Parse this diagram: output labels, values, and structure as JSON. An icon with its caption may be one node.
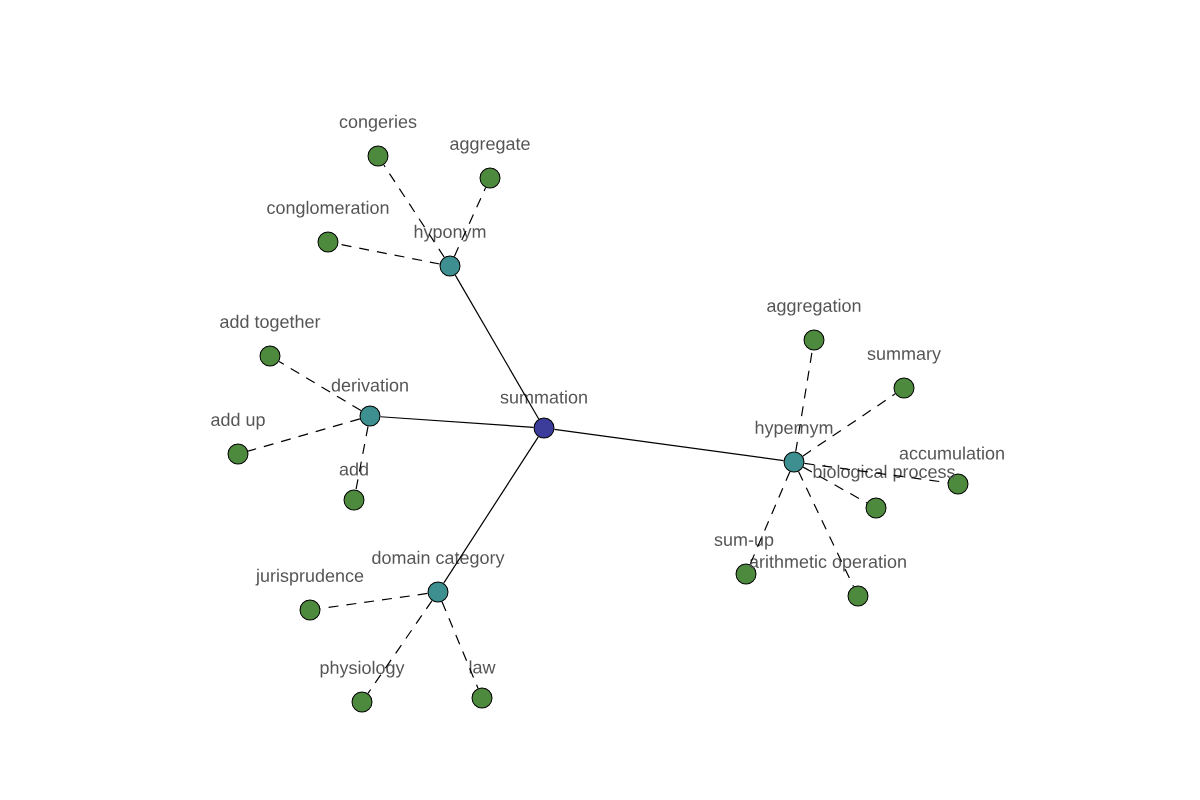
{
  "diagram": {
    "nodes": [
      {
        "text": [
          "summation"
        ]
      },
      {
        "text": [
          "hyponym"
        ]
      },
      {
        "text": [
          "congeries"
        ]
      },
      {
        "text": [
          "aggregate"
        ]
      },
      {
        "text": [
          "conglomeration"
        ]
      },
      {
        "text": [
          "derivation"
        ]
      },
      {
        "text": [
          "add together"
        ]
      },
      {
        "text": [
          "add up"
        ]
      },
      {
        "text": [
          "add"
        ]
      },
      {
        "text": [
          "hypernym"
        ]
      },
      {
        "text": [
          "aggregation"
        ]
      },
      {
        "text": [
          "summary"
        ]
      },
      {
        "text": [
          "accumulation"
        ]
      },
      {
        "text": [
          "biological process"
        ]
      },
      {
        "text": [
          "sum-up"
        ]
      },
      {
        "text": [
          "arithmetic operation"
        ]
      },
      {
        "text": [
          "domain category"
        ]
      },
      {
        "text": [
          "jurisprudence"
        ]
      },
      {
        "text": [
          "physiology"
        ]
      },
      {
        "text": [
          "law"
        ]
      }
    ],
    "edges": [
      {
        "from": 0,
        "to": 1,
        "arrow": "none"
      },
      {
        "from": 0,
        "to": 5,
        "arrow": "none"
      },
      {
        "from": 0,
        "to": 9,
        "arrow": "none"
      },
      {
        "from": 0,
        "to": 16,
        "arrow": "none"
      },
      {
        "from": 1,
        "to": 2,
        "arrow": "none",
        "style": "dashed"
      },
      {
        "from": 1,
        "to": 3,
        "arrow": "none",
        "style": "dashed"
      },
      {
        "from": 1,
        "to": 4,
        "arrow": "none",
        "style": "dashed"
      },
      {
        "from": 5,
        "to": 6,
        "arrow": "none",
        "style": "dashed"
      },
      {
        "from": 5,
        "to": 7,
        "arrow": "none",
        "style": "dashed"
      },
      {
        "from": 5,
        "to": 8,
        "arrow": "none",
        "style": "dashed"
      },
      {
        "from": 9,
        "to": 10,
        "arrow": "none",
        "style": "dashed"
      },
      {
        "from": 9,
        "to": 11,
        "arrow": "none",
        "style": "dashed"
      },
      {
        "from": 9,
        "to": 12,
        "arrow": "none",
        "style": "dashed"
      },
      {
        "from": 9,
        "to": 13,
        "arrow": "none",
        "style": "dashed"
      },
      {
        "from": 9,
        "to": 14,
        "arrow": "none",
        "style": "dashed"
      },
      {
        "from": 9,
        "to": 15,
        "arrow": "none",
        "style": "dashed"
      },
      {
        "from": 16,
        "to": 17,
        "arrow": "none",
        "style": "dashed"
      },
      {
        "from": 16,
        "to": 18,
        "arrow": "none",
        "style": "dashed"
      },
      {
        "from": 16,
        "to": 19,
        "arrow": "none",
        "style": "dashed"
      }
    ]
  }
}
